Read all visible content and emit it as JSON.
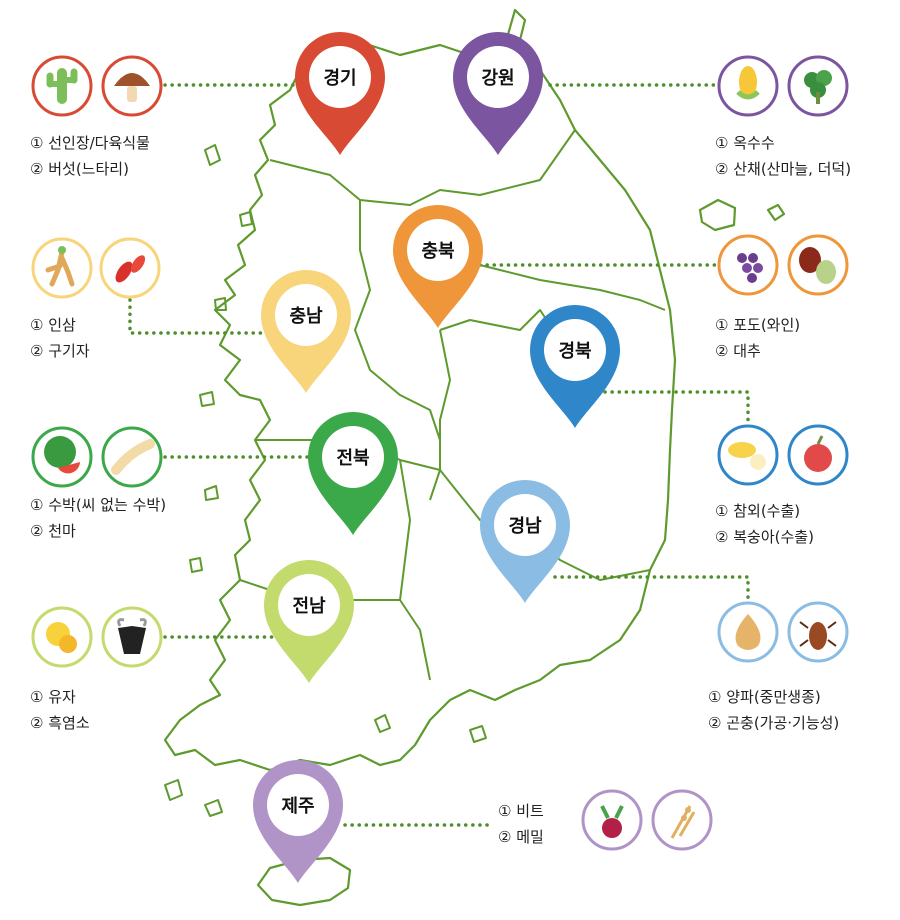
{
  "regions": [
    {
      "name": "경기",
      "color": "#d94a34",
      "items": [
        "① 선인장/다육식물",
        "② 버섯(느타리)"
      ],
      "icons": [
        "cactus-icon",
        "mushroom-icon"
      ]
    },
    {
      "name": "강원",
      "color": "#7b559f",
      "items": [
        "① 옥수수",
        "② 산채(산마늘, 더덕)"
      ],
      "icons": [
        "corn-icon",
        "wild-greens-icon"
      ]
    },
    {
      "name": "충북",
      "color": "#f0963a",
      "items": [
        "① 포도(와인)",
        "② 대추"
      ],
      "icons": [
        "grape-icon",
        "jujube-icon"
      ]
    },
    {
      "name": "충남",
      "color": "#f8d47a",
      "items": [
        "① 인삼",
        "② 구기자"
      ],
      "icons": [
        "ginseng-icon",
        "goji-berry-icon"
      ]
    },
    {
      "name": "경북",
      "color": "#2f86c9",
      "items": [
        "① 참외(수출)",
        "② 복숭아(수출)"
      ],
      "icons": [
        "korean-melon-icon",
        "peach-icon"
      ]
    },
    {
      "name": "전북",
      "color": "#3ba84a",
      "items": [
        "① 수박(씨 없는 수박)",
        "② 천마"
      ],
      "icons": [
        "watermelon-icon",
        "cheonma-root-icon"
      ]
    },
    {
      "name": "경남",
      "color": "#8bbde4",
      "items": [
        "① 양파(중만생종)",
        "② 곤충(가공·기능성)"
      ],
      "icons": [
        "onion-icon",
        "beetle-icon"
      ]
    },
    {
      "name": "전남",
      "color": "#c3da6c",
      "items": [
        "① 유자",
        "② 흑염소"
      ],
      "icons": [
        "citron-icon",
        "black-goat-icon"
      ]
    },
    {
      "name": "제주",
      "color": "#b194c7",
      "items": [
        "① 비트",
        "② 메밀"
      ],
      "icons": [
        "beet-icon",
        "buckwheat-icon"
      ]
    }
  ],
  "colors": {
    "dots": "#4e8f2a",
    "map_outline": "#5e9a2d"
  }
}
